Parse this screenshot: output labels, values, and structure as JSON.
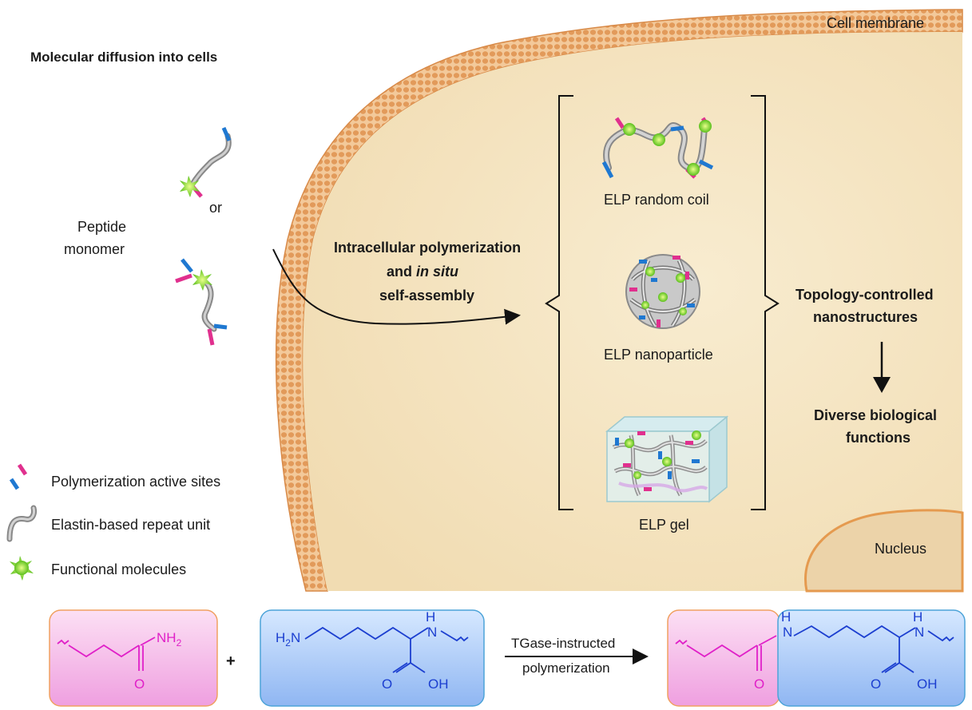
{
  "labels": {
    "cell_membrane": "Cell membrane",
    "diffusion_title": "Molecular diffusion into cells",
    "peptide_line1": "Peptide",
    "peptide_line2": "monomer",
    "or": "or",
    "process_line1": "Intracellular polymerization",
    "process_line2_prefix": "and ",
    "process_line2_italic": "in situ",
    "process_line3": "self-assembly",
    "random_coil": "ELP random coil",
    "nanoparticle": "ELP nanoparticle",
    "gel": "ELP gel",
    "topology_line1": "Topology-controlled",
    "topology_line2": "nanostructures",
    "functions_line1": "Diverse biological",
    "functions_line2": "functions",
    "nucleus": "Nucleus"
  },
  "legend": [
    {
      "icon": "active-sites-icon",
      "text": "Polymerization active sites"
    },
    {
      "icon": "repeat-unit-icon",
      "text": "Elastin-based repeat unit"
    },
    {
      "icon": "functional-molecule-icon",
      "text": "Functional molecules"
    }
  ],
  "reaction": {
    "nh2": "NH",
    "nh2_sub": "2",
    "plus": "+",
    "h2n": "H",
    "h2n_sub": "2",
    "h2n_n": "N",
    "nh_h": "H",
    "nh_n": "N",
    "o": "O",
    "oh": "OH",
    "arrow_line1": "TGase-instructed",
    "arrow_line2": "polymerization"
  },
  "colors": {
    "membrane": "#e8a468",
    "cytoplasm": "#f6e6c4",
    "magenta": "#e0308e",
    "blue": "#1f78d1",
    "green": "#7cd32a",
    "chem_magenta": "#e020c8",
    "chem_blue": "#1c3fd0"
  }
}
